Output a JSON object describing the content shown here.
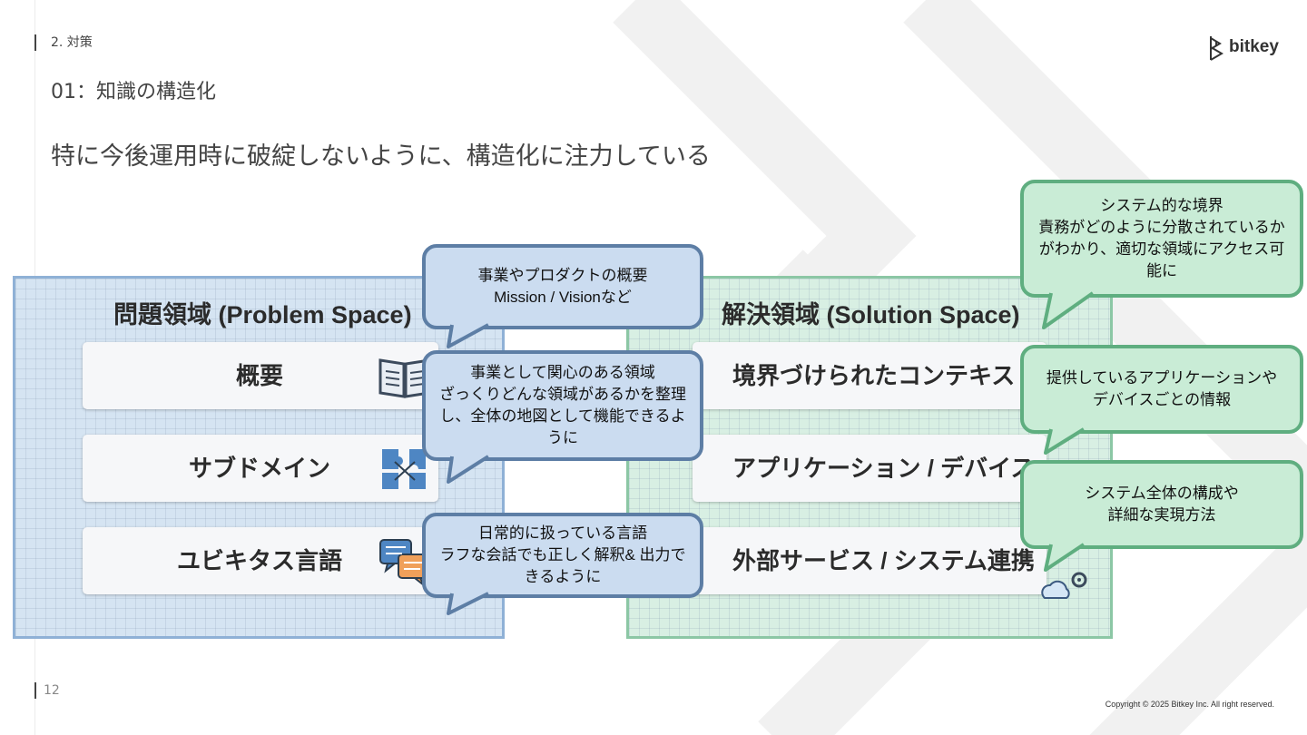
{
  "header": {
    "section": "2. 対策",
    "subtitle": "01：知識の構造化",
    "headline": "特に今後運用時に破綻しないように、構造化に注力している",
    "logo_text": "bitkey"
  },
  "problem_panel": {
    "title": "問題領域 (Problem Space)",
    "rows": [
      {
        "label": "概要",
        "icon": "open-book-icon"
      },
      {
        "label": "サブドメイン",
        "icon": "puzzle-arrows-icon"
      },
      {
        "label": "ユビキタス言語",
        "icon": "chat-bubbles-icon"
      }
    ]
  },
  "solution_panel": {
    "title": "解決領域 (Solution Space)",
    "rows": [
      {
        "label": "境界づけられたコンテキスト",
        "icon": "boundary-icon"
      },
      {
        "label": "アプリケーション / デバイス",
        "icon": "device-icon"
      },
      {
        "label": "外部サービス / システム連携",
        "icon": "cloud-gear-icon"
      }
    ]
  },
  "callouts": {
    "overview": "事業やプロダクトの概要\nMission / Visionなど",
    "subdomain": "事業として関心のある領域\nざっくりどんな領域があるかを整理し、全体の地図として機能できるように",
    "language": "日常的に扱っている言語\nラフな会話でも正しく解釈& 出力できるように",
    "context": "システム的な境界\n責務がどのように分散されているかがわかり、適切な領域にアクセス可能に",
    "application": "提供しているアプリケーションや\nデバイスごとの情報",
    "external": "システム全体の構成や\n詳細な実現方法"
  },
  "footer": {
    "page": "12",
    "copyright": "Copyright © 2025 Bitkey Inc. All right reserved."
  },
  "colors": {
    "problem_bg": "#d5e4f2",
    "solution_bg": "#d8efe3",
    "blue_callout_border": "#5d7ea5",
    "green_callout_border": "#5fae80"
  }
}
